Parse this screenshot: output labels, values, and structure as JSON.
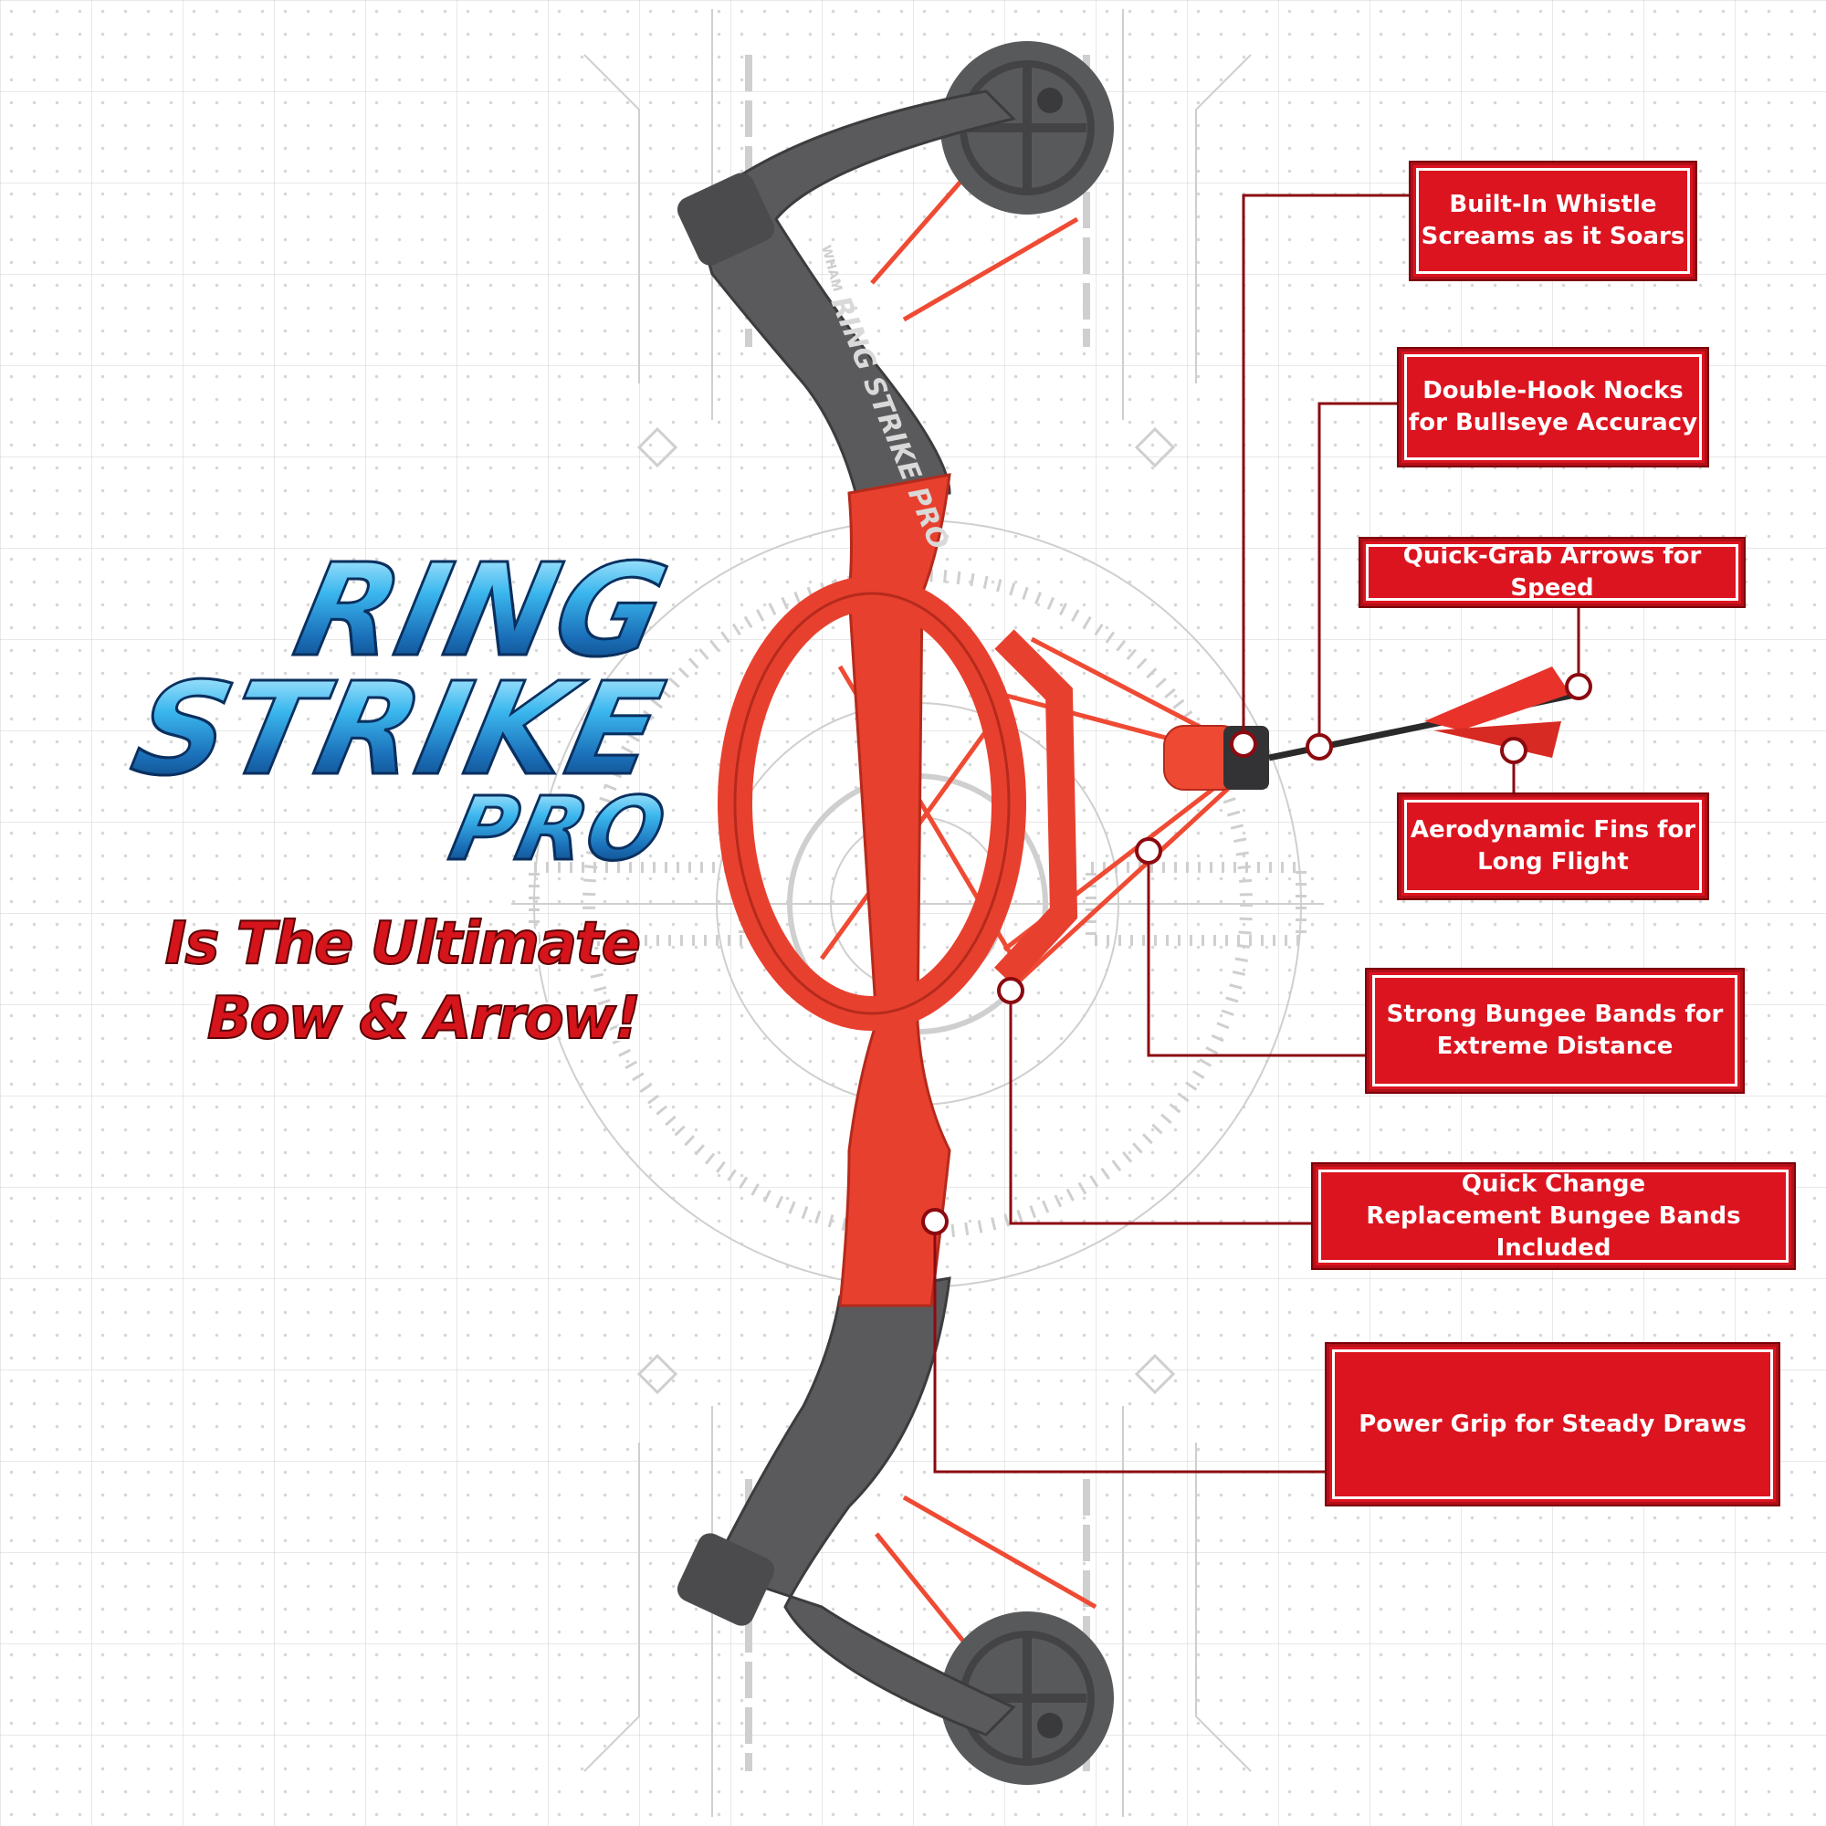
{
  "title": {
    "line1": "RING",
    "line2": "STRIKE",
    "line3": "PRO"
  },
  "tagline": {
    "line1": "Is The Ultimate",
    "line2": "Bow & Arrow!"
  },
  "bow_label": "RING STRIKE PRO",
  "bow_brand": "WHAM",
  "callouts": {
    "whistle": "Built-In Whistle\nScreams as it Soars",
    "nocks": "Double-Hook Nocks\nfor Bullseye Accuracy",
    "arrows": "Quick-Grab Arrows for Speed",
    "fins": "Aerodynamic Fins for\nLong Flight",
    "bands": "Strong Bungee Bands for\nExtreme Distance",
    "replacement": "Quick Change\nReplacement Bungee Bands Included",
    "grip": "Power Grip for Steady Draws"
  },
  "colors": {
    "bow_red": "#e8402e",
    "bow_gray": "#5a5a5c",
    "callout_red": "#dc1420",
    "title_blue": "#1a6fb8",
    "leader_line": "#8b0a10"
  }
}
